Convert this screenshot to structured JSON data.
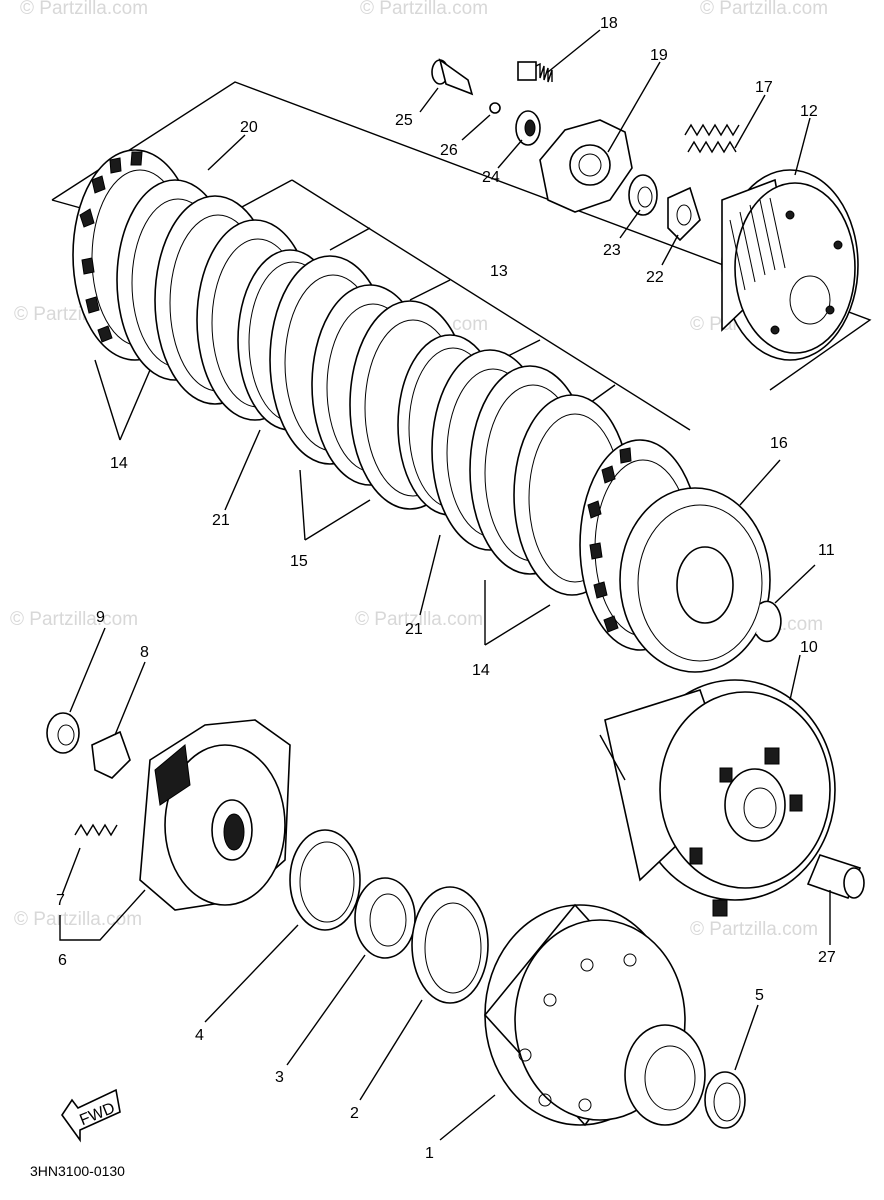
{
  "watermark": "© Partzilla.com",
  "diagram_code": "3HN3100-0130",
  "fwd_label": "FWD",
  "callouts": {
    "c1": "1",
    "c2": "2",
    "c3": "3",
    "c4": "4",
    "c5": "5",
    "c6": "6",
    "c7": "7",
    "c8": "8",
    "c9": "9",
    "c10": "10",
    "c11": "11",
    "c12": "12",
    "c13": "13",
    "c14a": "14",
    "c14b": "14",
    "c15": "15",
    "c16": "16",
    "c17": "17",
    "c18": "18",
    "c19": "19",
    "c20": "20",
    "c21a": "21",
    "c21b": "21",
    "c22": "22",
    "c23": "23",
    "c24": "24",
    "c25": "25",
    "c26": "26",
    "c27": "27"
  }
}
